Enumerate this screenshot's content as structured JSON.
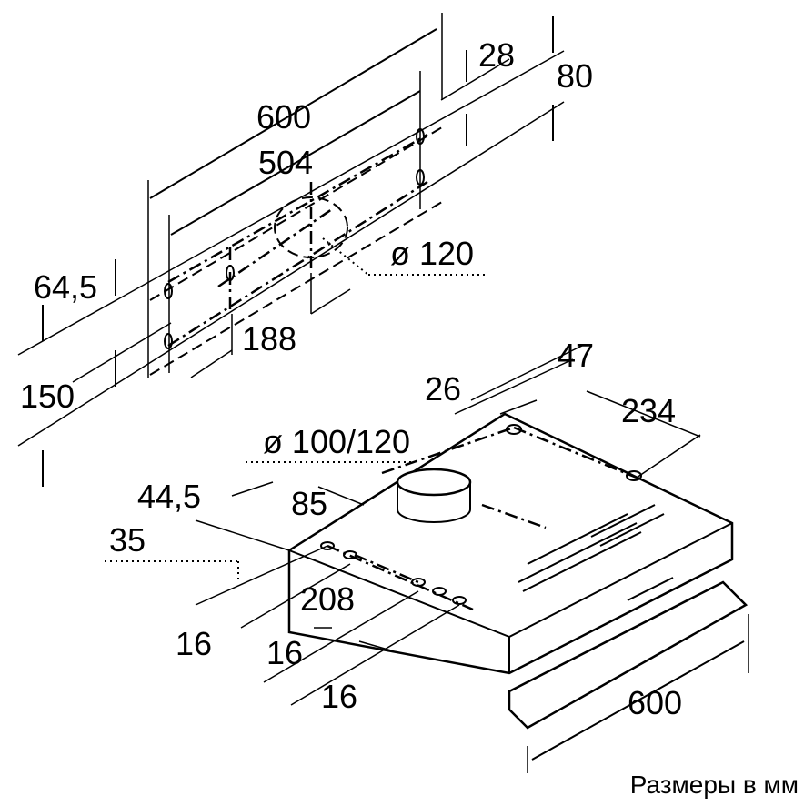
{
  "wall_mount": {
    "width_total": "600",
    "hole_spacing": "504",
    "offset_top": "28",
    "height_top": "80",
    "outlet_diameter": "ø 120",
    "offset_left": "64,5",
    "height_left": "150",
    "outlet_offset": "188"
  },
  "hood": {
    "dim_47": "47",
    "dim_26": "26",
    "dim_234": "234",
    "outlet_diameter": "ø 100/120",
    "dim_44_5": "44,5",
    "dim_85": "85",
    "dim_35": "35",
    "dim_208": "208",
    "dim_16_a": "16",
    "dim_16_b": "16",
    "dim_16_c": "16",
    "width": "600"
  },
  "caption": "Размеры в мм"
}
